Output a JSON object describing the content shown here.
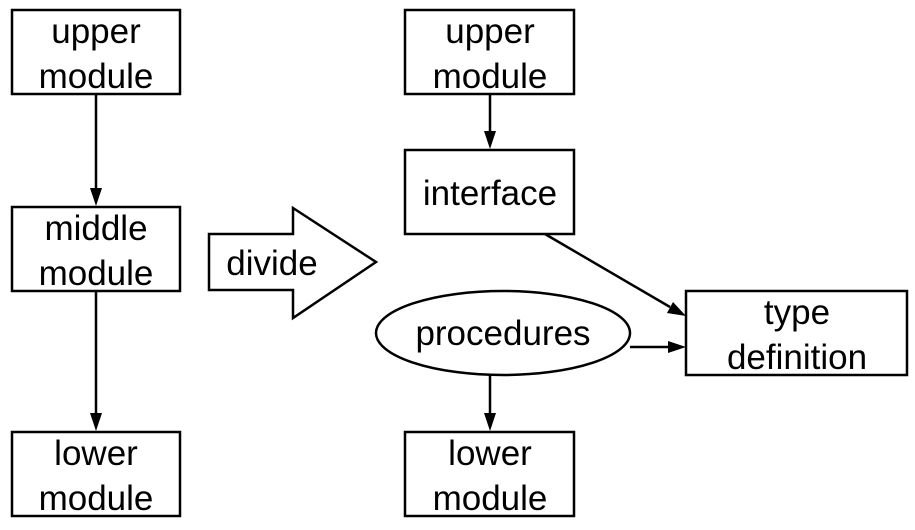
{
  "left": {
    "upper_line1": "upper",
    "upper_line2": "module",
    "middle_line1": "middle",
    "middle_line2": "module",
    "lower_line1": "lower",
    "lower_line2": "module"
  },
  "arrow": {
    "label": "divide"
  },
  "right": {
    "upper_line1": "upper",
    "upper_line2": "module",
    "interface": "interface",
    "procedures": "procedures",
    "type_line1": "type",
    "type_line2": "definition",
    "lower_line1": "lower",
    "lower_line2": "module"
  }
}
